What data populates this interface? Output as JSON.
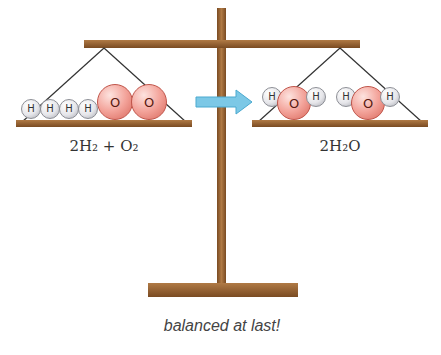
{
  "diagram": {
    "caption": "balanced at last!",
    "nodes": [
      {
        "text": [
          "H"
        ]
      },
      {
        "text": [
          "H"
        ]
      },
      {
        "text": [
          "H"
        ]
      },
      {
        "text": [
          "H"
        ]
      },
      {
        "text": [
          "O"
        ]
      },
      {
        "text": [
          "O"
        ]
      },
      {
        "text": [
          "H"
        ]
      },
      {
        "text": [
          "O"
        ]
      },
      {
        "text": [
          "H"
        ]
      },
      {
        "text": [
          "H"
        ]
      },
      {
        "text": [
          "O"
        ]
      },
      {
        "text": [
          "H"
        ]
      }
    ],
    "labels": [
      "2H₂ + O₂",
      "2H₂O"
    ]
  }
}
